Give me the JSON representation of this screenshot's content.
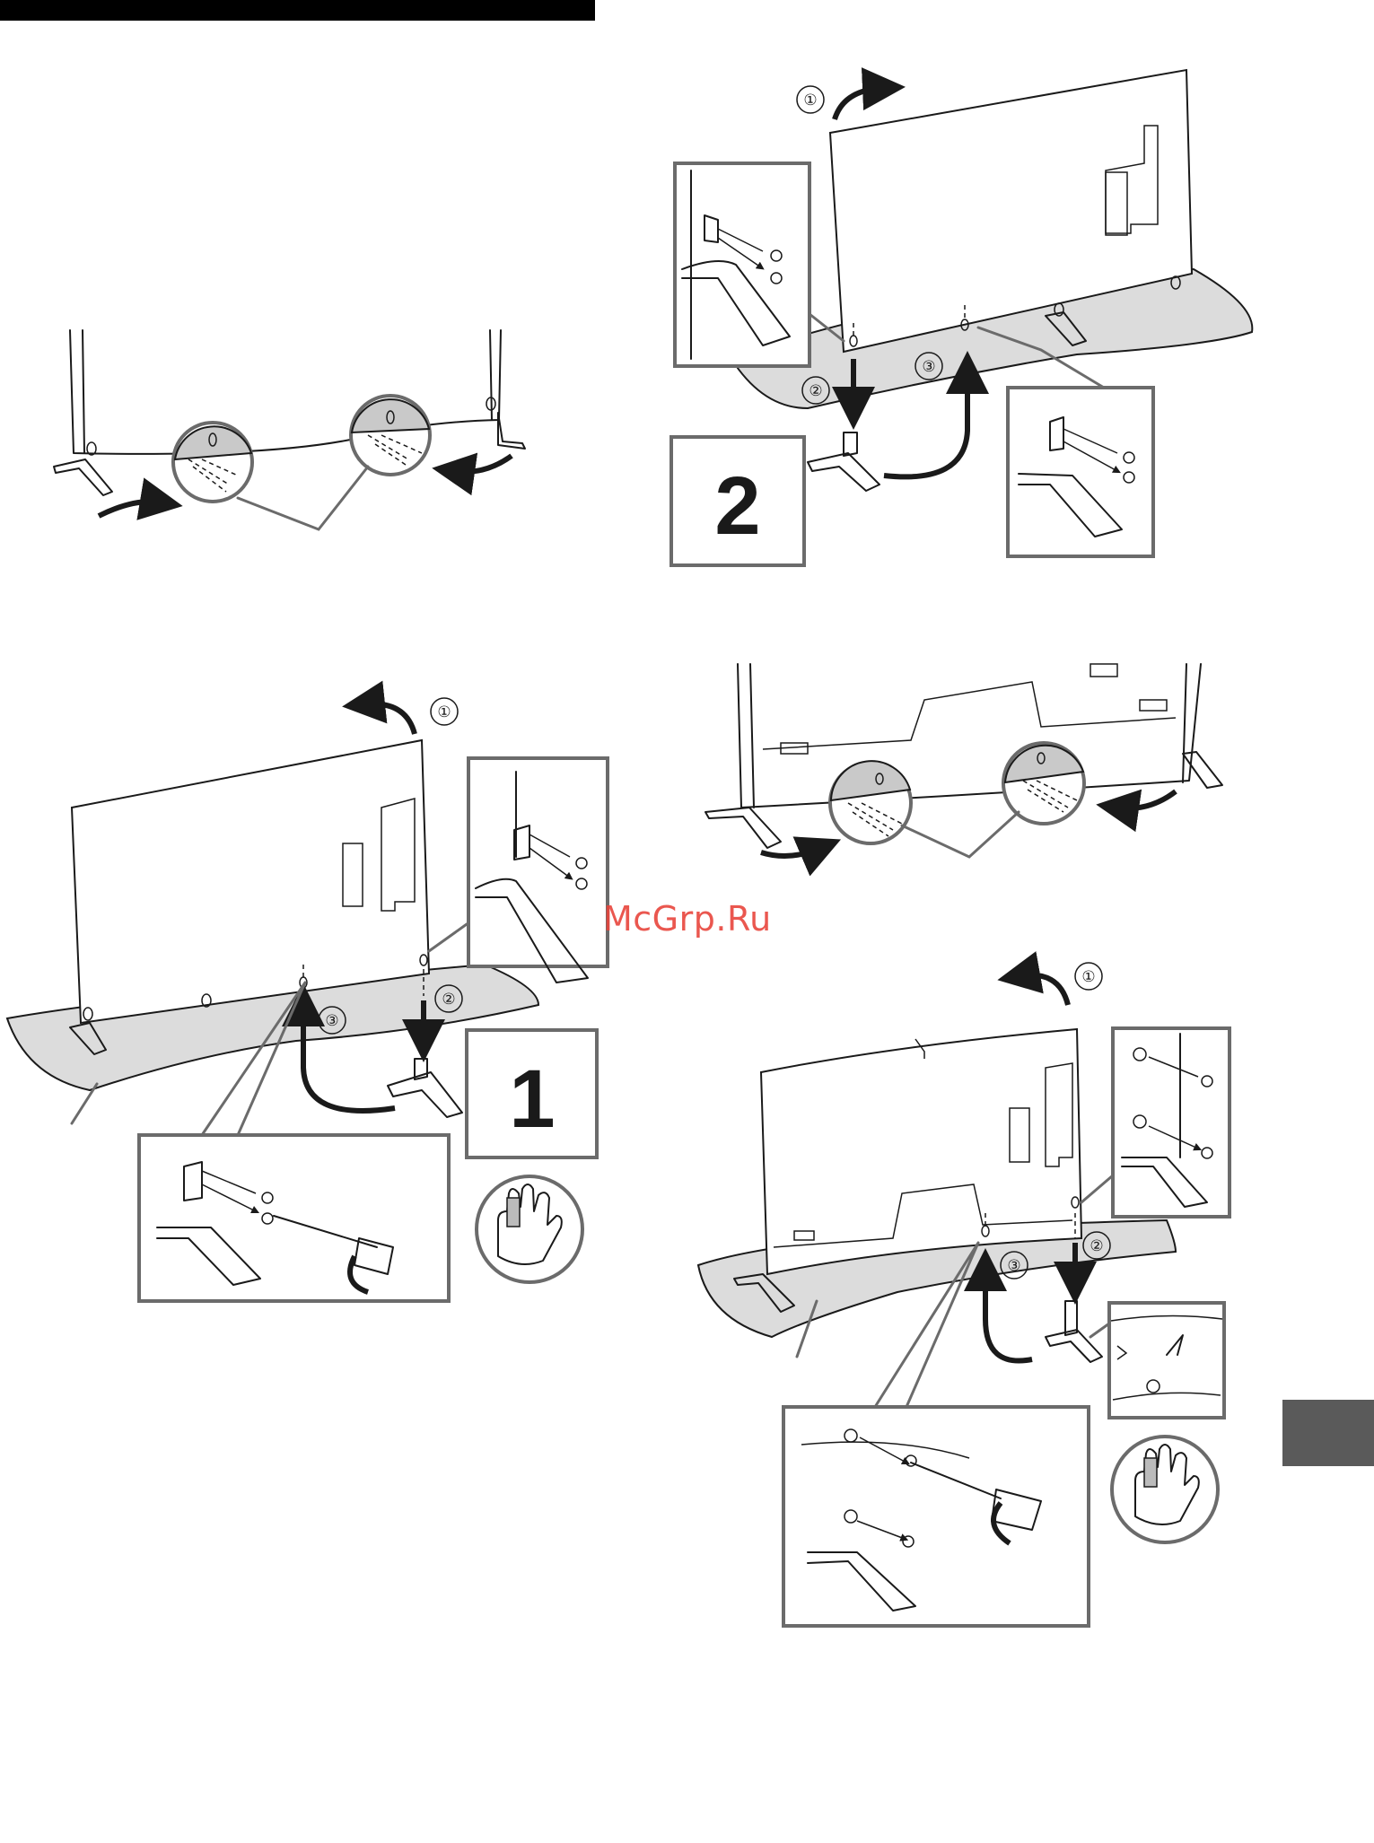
{
  "watermark": "McGrp.Ru",
  "steps": [
    {
      "label": "2"
    },
    {
      "label": "1"
    }
  ],
  "callouts": [
    "①",
    "②",
    "③"
  ],
  "colors": {
    "header_bar": "#000000",
    "side_tab": "#5a5a5a",
    "watermark": "#e8453c",
    "base_gray": "#dcdcdc",
    "box_outline": "#6b6b6b"
  },
  "icons": [
    "screw-icon",
    "screwdriver-icon",
    "hand-tighten-icon",
    "rotation-arrow-icon"
  ]
}
